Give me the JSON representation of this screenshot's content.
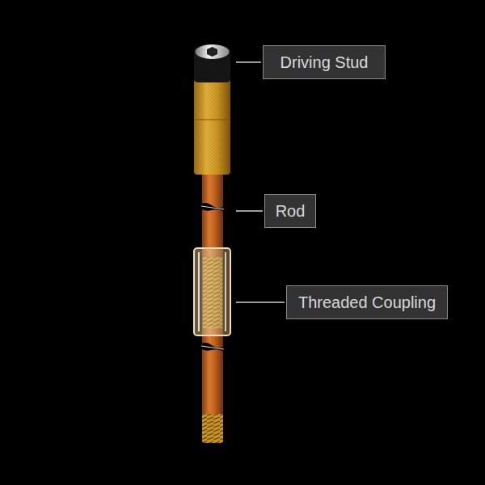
{
  "diagram": {
    "nodes": [
      {
        "text": [
          "Driving Stud"
        ]
      },
      {
        "text": [
          "Rod"
        ]
      },
      {
        "text": [
          "Threaded Coupling"
        ]
      }
    ]
  }
}
